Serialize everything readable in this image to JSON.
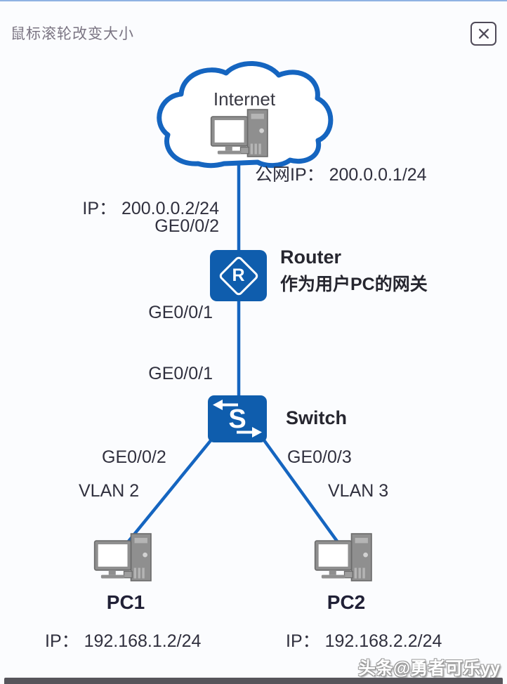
{
  "colors": {
    "accent_blue": "#1565c0",
    "icon_blue": "#0f5dad",
    "device_gray": "#8f8f8f",
    "text_dark": "#30303e",
    "title_gray": "#7b7583",
    "bottom_bar": "#57555b"
  },
  "header": {
    "title": "鼠标滚轮改变大小"
  },
  "internet": {
    "label": "Internet",
    "public_ip": "公网IP： 200.0.0.1/24"
  },
  "router": {
    "label": "Router",
    "note": "作为用户PC的网关",
    "letter": "R",
    "wan_ip": "IP： 200.0.0.2/24",
    "wan_port": "GE0/0/2",
    "lan_port": "GE0/0/1"
  },
  "switch": {
    "label": "Switch",
    "letter": "S",
    "uplink_port": "GE0/0/1",
    "left_port": "GE0/0/2",
    "right_port": "GE0/0/3",
    "left_vlan": "VLAN 2",
    "right_vlan": "VLAN 3"
  },
  "pc1": {
    "label": "PC1",
    "ip": "IP： 192.168.1.2/24"
  },
  "pc2": {
    "label": "PC2",
    "ip": "IP： 192.168.2.2/24"
  },
  "watermark": "头条@勇者可乐yy"
}
